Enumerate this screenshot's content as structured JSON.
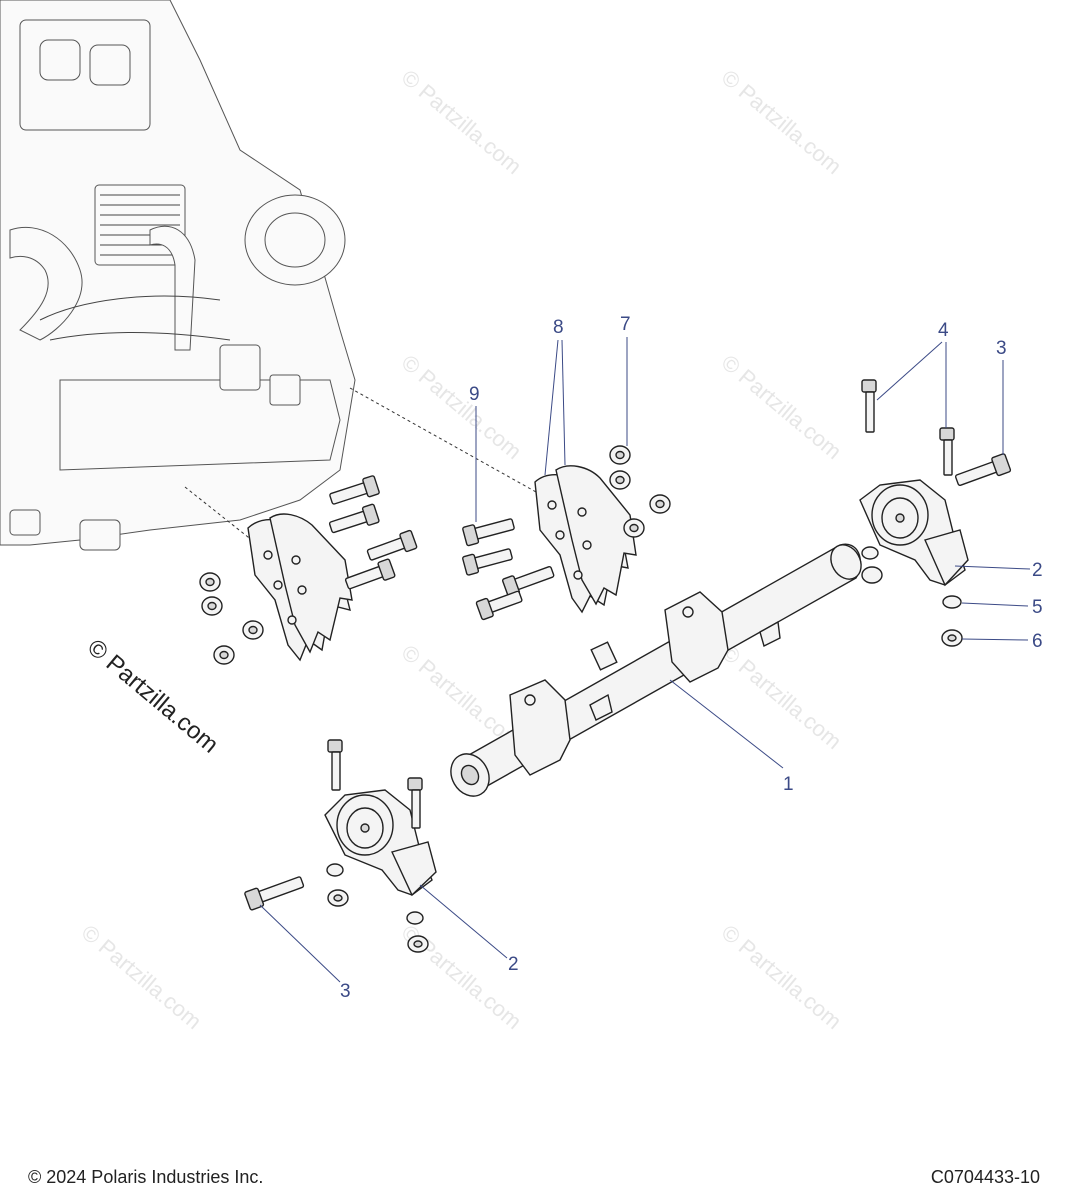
{
  "footer": {
    "copyright": "© 2024 Polaris Industries Inc.",
    "drawing_code": "C0704433-10"
  },
  "watermark": {
    "text": "© Partzilla.com"
  },
  "callouts": {
    "c1": "1",
    "c2a": "2",
    "c2b": "2",
    "c3a": "3",
    "c3b": "3",
    "c4": "4",
    "c5": "5",
    "c6": "6",
    "c7": "7",
    "c8": "8",
    "c9": "9"
  }
}
